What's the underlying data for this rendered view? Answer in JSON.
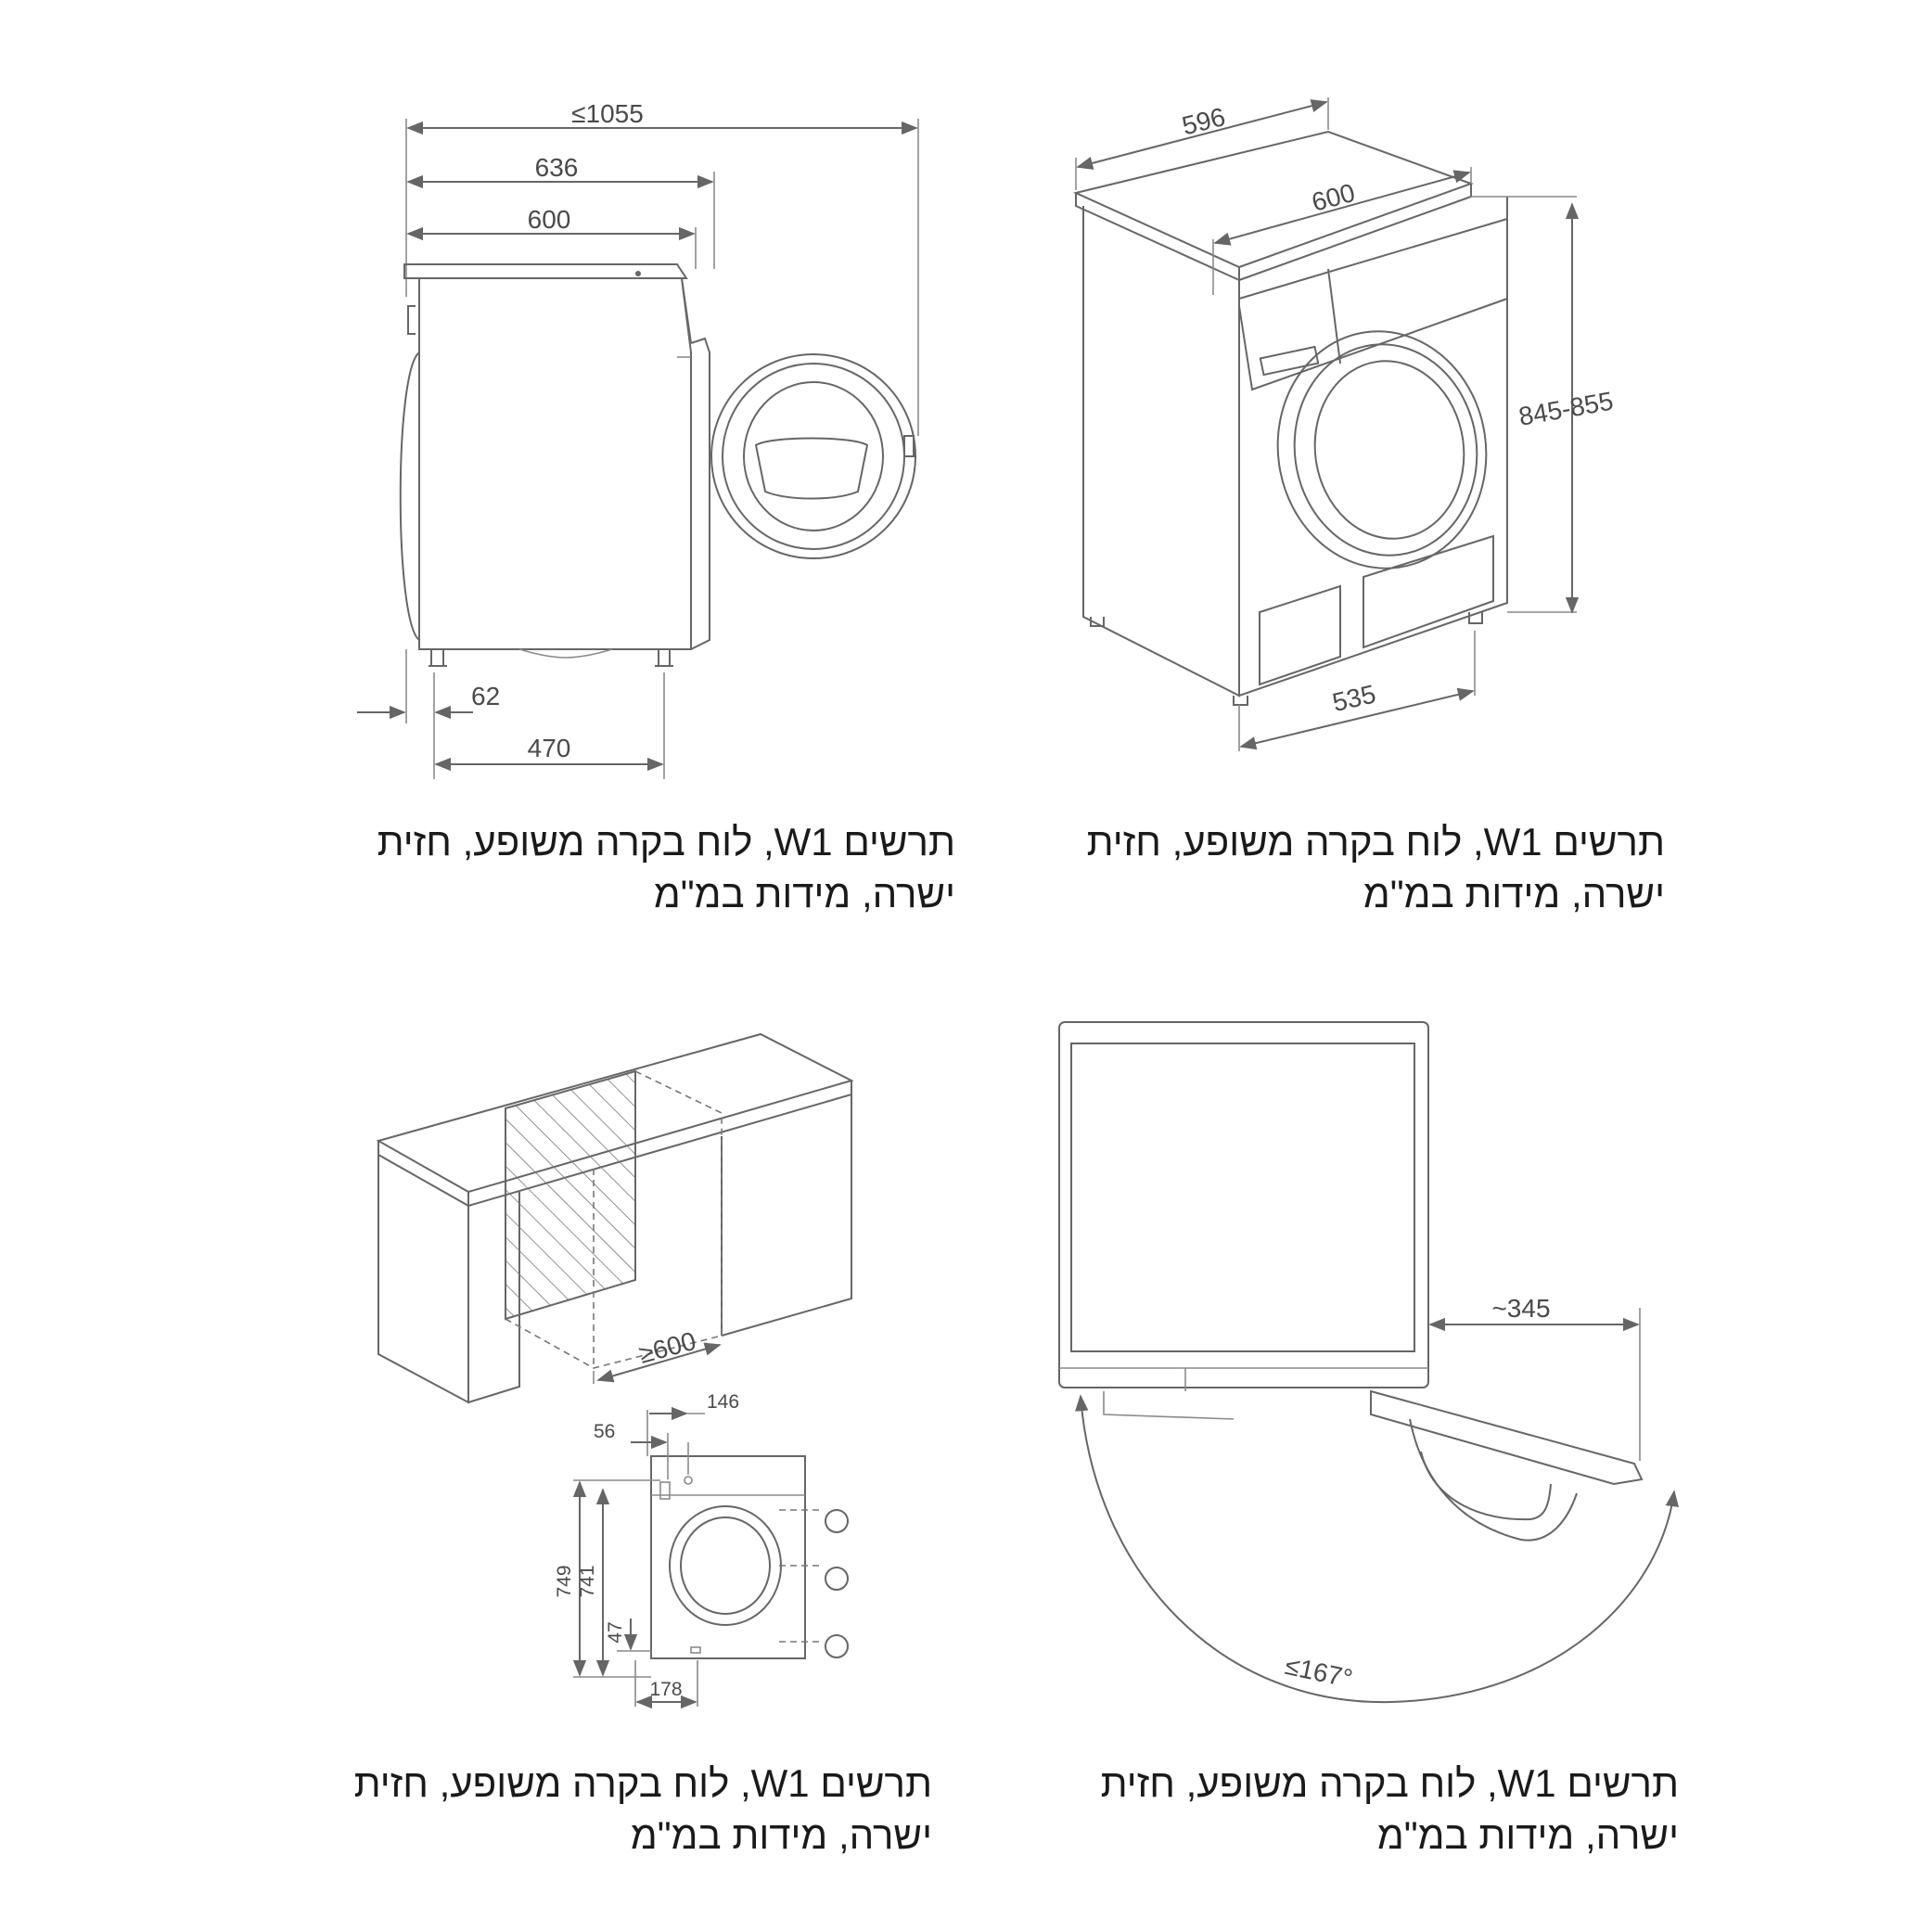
{
  "colors": {
    "line": "#666666",
    "text": "#1a1a1a",
    "dimension_text": "#4a4a4a",
    "background": "#ffffff"
  },
  "side_view": {
    "dims": {
      "total_depth": "≤1055",
      "depth_with_door": "636",
      "depth": "600",
      "foot_offset": "62",
      "foot_spacing": "470"
    },
    "caption": {
      "line1": "תרשים W1, לוח בקרה משופע, חזית",
      "line2": "ישרה, מידות במ\"מ"
    }
  },
  "perspective_view": {
    "dims": {
      "top_width": "596",
      "top_depth": "600",
      "height": "845-855",
      "base_width": "535"
    },
    "caption": {
      "line1": "תרשים W1, לוח בקרה משופע, חזית",
      "line2": "ישרה, מידות במ\"מ"
    }
  },
  "installation_view": {
    "dims": {
      "niche_width": "≥600",
      "d146": "146",
      "d56": "56",
      "h749": "749",
      "h741": "741",
      "h47": "47",
      "d178": "178"
    },
    "caption": {
      "line1": "תרשים W1, לוח בקרה משופע, חזית",
      "line2": "ישרה, מידות במ\"מ"
    }
  },
  "top_view": {
    "dims": {
      "door_reach": "~345",
      "door_angle": "≤167°"
    },
    "caption": {
      "line1": "תרשים W1, לוח בקרה משופע, חזית",
      "line2": "ישרה, מידות במ\"מ"
    }
  }
}
